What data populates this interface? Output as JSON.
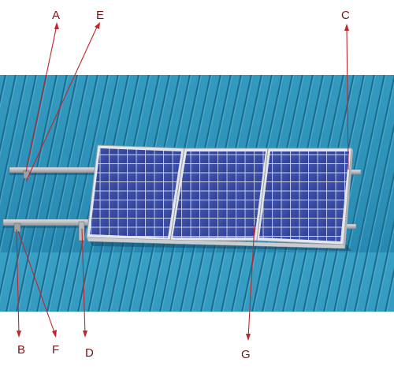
{
  "callouts": [
    {
      "id": "A",
      "label": "A"
    },
    {
      "id": "E",
      "label": "E"
    },
    {
      "id": "C",
      "label": "C"
    },
    {
      "id": "B",
      "label": "B"
    },
    {
      "id": "F",
      "label": "F"
    },
    {
      "id": "D",
      "label": "D"
    },
    {
      "id": "G",
      "label": "G"
    }
  ],
  "colors": {
    "roof": "#2e9ac0",
    "roof_rib": "#1b6f95",
    "panel_cell": "#3a4ea8",
    "panel_frame": "#dcdfe4",
    "rail": "#b9bcc1",
    "callout": "#c0262b"
  }
}
